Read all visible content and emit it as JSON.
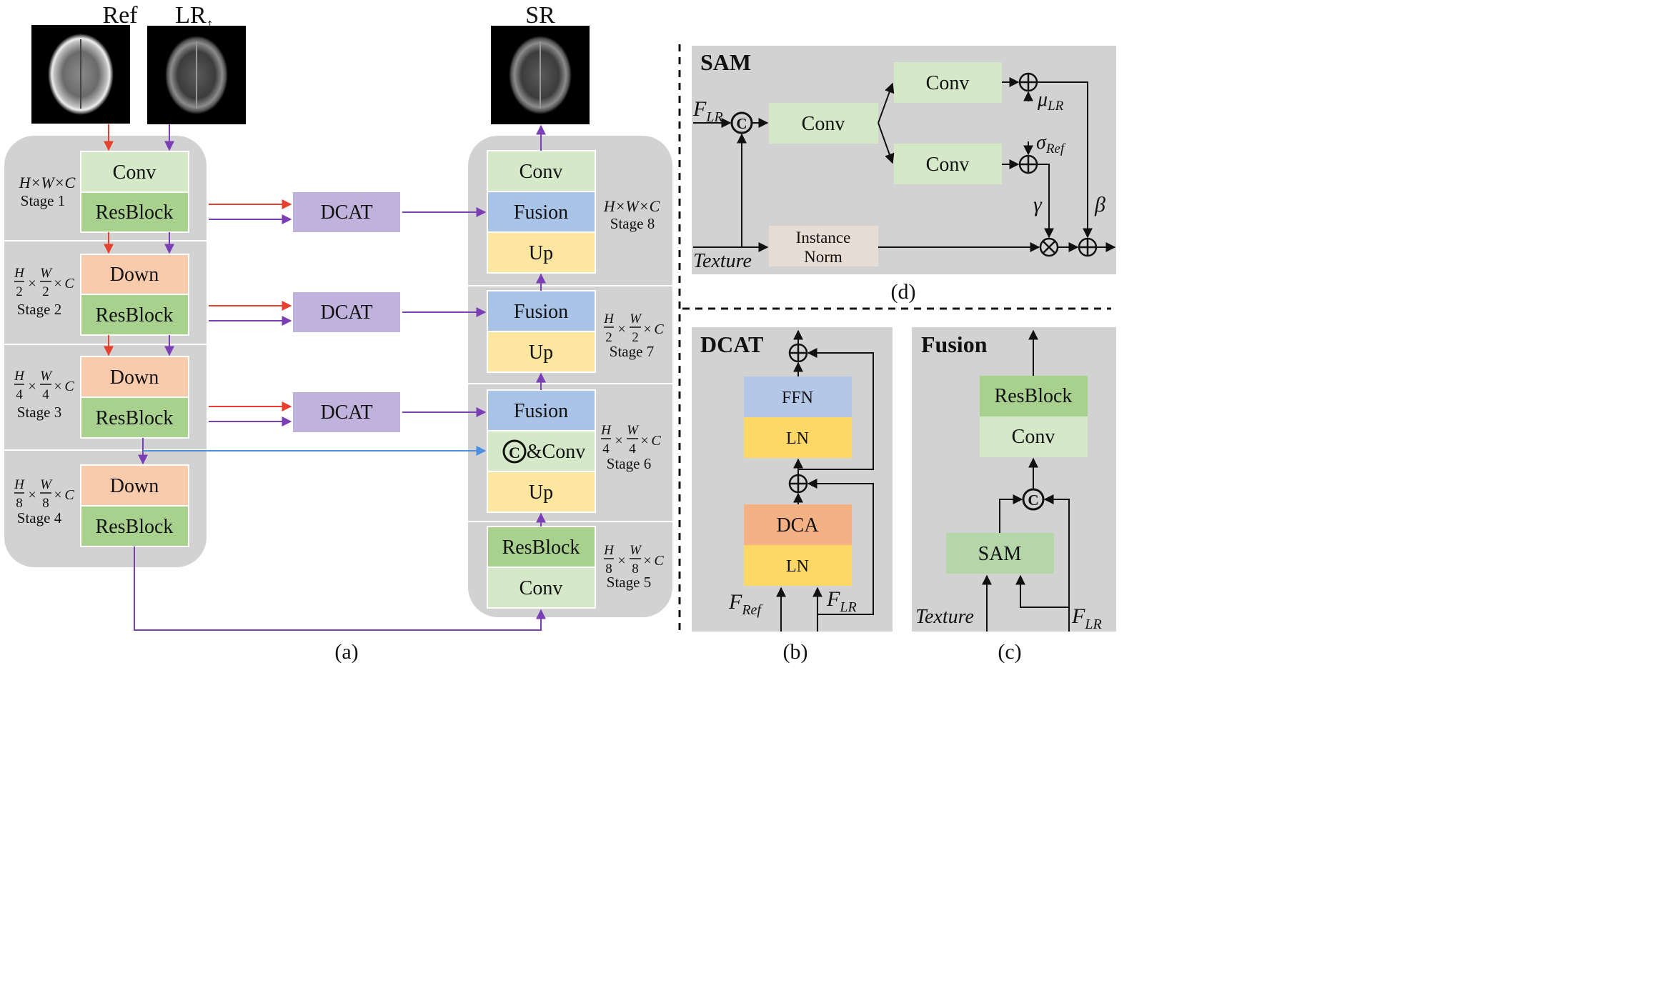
{
  "images": {
    "ref": {
      "label": "Ref"
    },
    "lr": {
      "label": "LR",
      "label_sub": "↑"
    },
    "sr": {
      "label": "SR"
    }
  },
  "encoder": {
    "stage1": {
      "conv": "Conv",
      "resblock": "ResBlock",
      "dims": "H×W×C",
      "label": "Stage 1"
    },
    "stage2": {
      "down": "Down",
      "resblock": "ResBlock",
      "dims_denom": "2",
      "label": "Stage 2"
    },
    "stage3": {
      "down": "Down",
      "resblock": "ResBlock",
      "dims_denom": "4",
      "label": "Stage 3"
    },
    "stage4": {
      "down": "Down",
      "resblock": "ResBlock",
      "dims_denom": "8",
      "label": "Stage 4"
    }
  },
  "dcat_blocks": [
    "DCAT",
    "DCAT",
    "DCAT"
  ],
  "decoder": {
    "stage8": {
      "conv": "Conv",
      "fusion": "Fusion",
      "up": "Up",
      "dims": "H×W×C",
      "label": "Stage 8"
    },
    "stage7": {
      "fusion": "Fusion",
      "up": "Up",
      "dims_denom": "2",
      "label": "Stage 7"
    },
    "stage6": {
      "fusion": "Fusion",
      "concat_conv": "&Conv",
      "concat_symbol": "C",
      "up": "Up",
      "dims_denom": "4",
      "label": "Stage 6"
    },
    "stage5": {
      "resblock": "ResBlock",
      "conv": "Conv",
      "dims_denom": "8",
      "label": "Stage 5"
    }
  },
  "dims_symbols": {
    "H": "H",
    "W": "W",
    "C": "C",
    "times": "×"
  },
  "sam": {
    "title": "SAM",
    "input_f": "F",
    "input_f_sub": "LR",
    "concat_symbol": "C",
    "conv_main": "Conv",
    "conv_top": "Conv",
    "conv_bottom": "Conv",
    "mu": "μ",
    "mu_sub": "LR",
    "sigma": "σ",
    "sigma_sub": "Ref",
    "gamma": "γ",
    "beta": "β",
    "texture": "Texture",
    "instance_norm_line1": "Instance",
    "instance_norm_line2": "Norm",
    "caption": "(d)"
  },
  "dcat": {
    "title": "DCAT",
    "ffn": "FFN",
    "ln_top": "LN",
    "dca": "DCA",
    "ln_bottom": "LN",
    "input_ref": "F",
    "input_ref_sub": "Ref",
    "input_lr": "F",
    "input_lr_sub": "LR",
    "caption": "(b)"
  },
  "fusion": {
    "title": "Fusion",
    "resblock": "ResBlock",
    "conv": "Conv",
    "sam": "SAM",
    "concat_symbol": "C",
    "texture": "Texture",
    "input_lr": "F",
    "input_lr_sub": "LR",
    "caption": "(c)"
  },
  "main_caption": "(a)",
  "colors": {
    "panel_gray": "#d2d2d2",
    "panel_light": "#e4e4e4",
    "conv_green": "#d5e8c8",
    "resblock_green": "#a9d18e",
    "down_orange": "#f8cbad",
    "dcat_purple": "#bfb2dc",
    "fusion_blue": "#a9c4e6",
    "up_yellow": "#fde6a0",
    "ln_yellow": "#fdd866",
    "ffn_blue": "#b4c7e7",
    "dca_orange": "#f4b183",
    "norm_beige": "#e7ddd4",
    "sam_green": "#b4d6a8",
    "arrow_red": "#e8402e",
    "arrow_purple": "#7a3fb5",
    "arrow_blue": "#4a8fe0"
  }
}
